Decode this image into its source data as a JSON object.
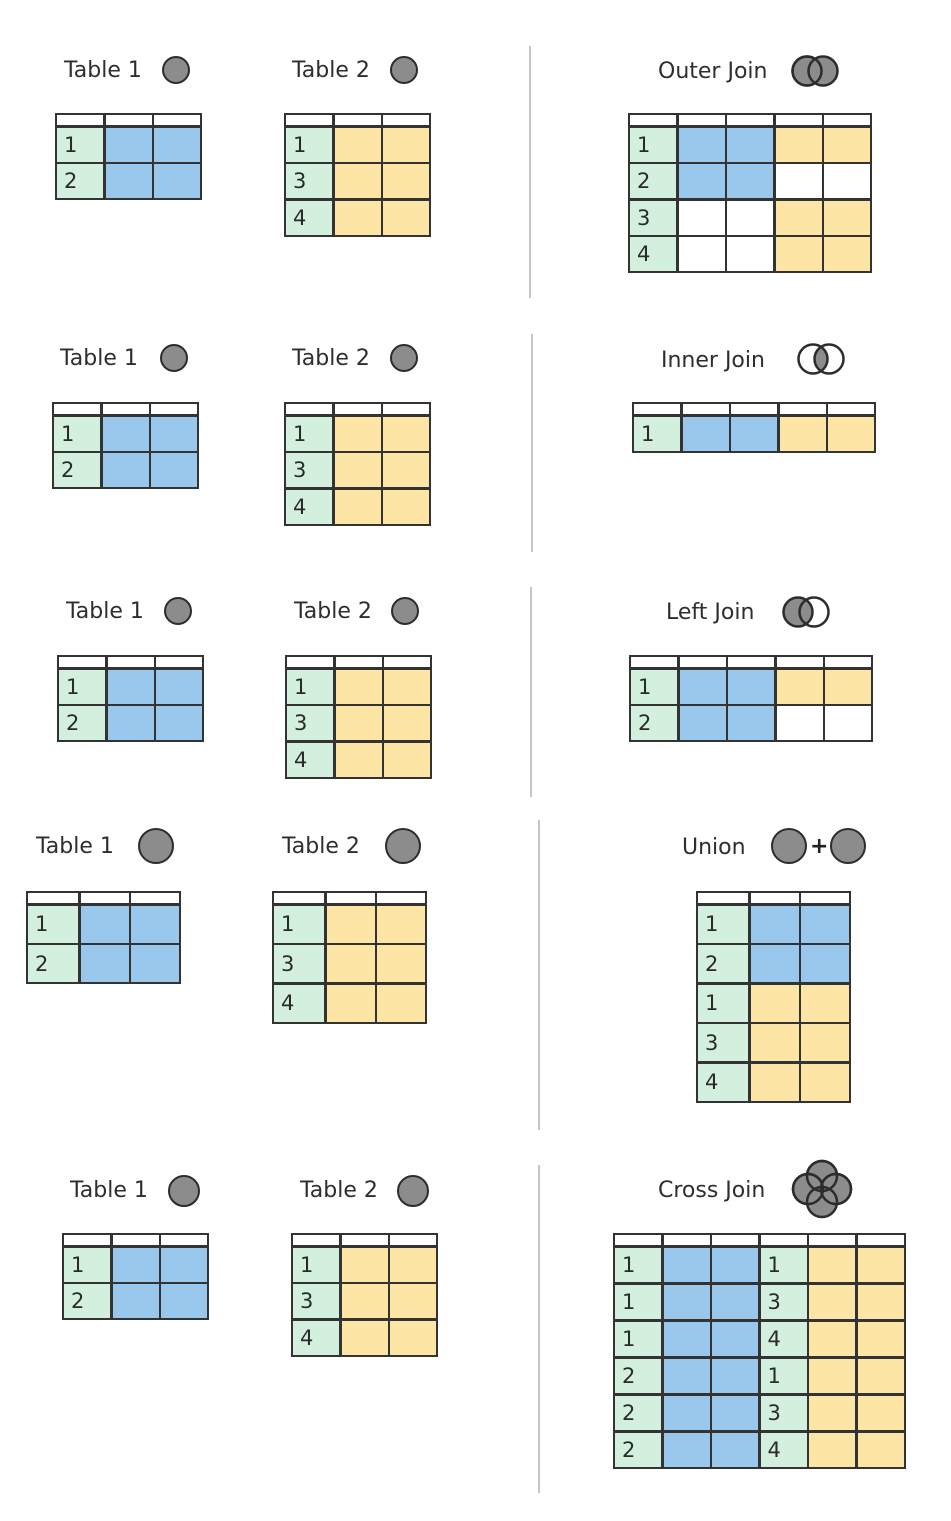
{
  "colors": {
    "key": "#d3f0df",
    "left": "#9ac7ec",
    "right": "#fde5a5",
    "empty": "#ffffff",
    "border": "#333333",
    "venn": "#8c8c8c"
  },
  "sections": [
    {
      "id": "outer",
      "table1": {
        "label": "Table 1",
        "keys": [
          "1",
          "2"
        ]
      },
      "table2": {
        "label": "Table 2",
        "keys": [
          "1",
          "3",
          "4"
        ]
      },
      "result": {
        "label": "Outer Join",
        "icon": "venn-full-icon",
        "rows": [
          [
            "1",
            "b",
            "b",
            "y",
            "y"
          ],
          [
            "2",
            "b",
            "b",
            "w",
            "w"
          ],
          [
            "3",
            "w",
            "w",
            "y",
            "y"
          ],
          [
            "4",
            "w",
            "w",
            "y",
            "y"
          ]
        ]
      }
    },
    {
      "id": "inner",
      "table1": {
        "label": "Table 1",
        "keys": [
          "1",
          "2"
        ]
      },
      "table2": {
        "label": "Table 2",
        "keys": [
          "1",
          "3",
          "4"
        ]
      },
      "result": {
        "label": "Inner Join",
        "icon": "venn-intersection-icon",
        "rows": [
          [
            "1",
            "b",
            "b",
            "y",
            "y"
          ]
        ]
      }
    },
    {
      "id": "left",
      "table1": {
        "label": "Table 1",
        "keys": [
          "1",
          "2"
        ]
      },
      "table2": {
        "label": "Table 2",
        "keys": [
          "1",
          "3",
          "4"
        ]
      },
      "result": {
        "label": "Left Join",
        "icon": "venn-left-icon",
        "rows": [
          [
            "1",
            "b",
            "b",
            "y",
            "y"
          ],
          [
            "2",
            "b",
            "b",
            "w",
            "w"
          ]
        ]
      }
    },
    {
      "id": "union",
      "table1": {
        "label": "Table 1",
        "keys": [
          "1",
          "2"
        ]
      },
      "table2": {
        "label": "Table 2",
        "keys": [
          "1",
          "3",
          "4"
        ]
      },
      "result": {
        "label": "Union",
        "icon": "union-icon",
        "plus": "+",
        "rows": [
          [
            "1",
            "b",
            "b"
          ],
          [
            "2",
            "b",
            "b"
          ],
          [
            "1",
            "y",
            "y"
          ],
          [
            "3",
            "y",
            "y"
          ],
          [
            "4",
            "y",
            "y"
          ]
        ]
      }
    },
    {
      "id": "cross",
      "table1": {
        "label": "Table 1",
        "keys": [
          "1",
          "2"
        ]
      },
      "table2": {
        "label": "Table 2",
        "keys": [
          "1",
          "3",
          "4"
        ]
      },
      "result": {
        "label": "Cross Join",
        "icon": "cross-join-icon",
        "rows": [
          [
            "1",
            "b",
            "b",
            "1",
            "y",
            "y"
          ],
          [
            "1",
            "b",
            "b",
            "3",
            "y",
            "y"
          ],
          [
            "1",
            "b",
            "b",
            "4",
            "y",
            "y"
          ],
          [
            "2",
            "b",
            "b",
            "1",
            "y",
            "y"
          ],
          [
            "2",
            "b",
            "b",
            "3",
            "y",
            "y"
          ],
          [
            "2",
            "b",
            "b",
            "4",
            "y",
            "y"
          ]
        ]
      }
    }
  ]
}
